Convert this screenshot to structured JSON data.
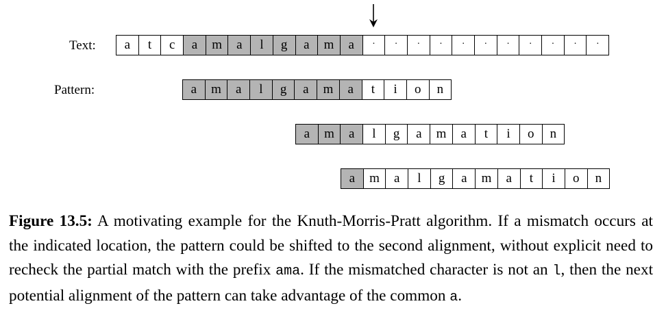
{
  "figure": {
    "text_label": "Text:",
    "pattern_label": "Pattern:",
    "text_cells": [
      "a",
      "t",
      "c",
      "a",
      "m",
      "a",
      "l",
      "g",
      "a",
      "m",
      "a",
      "·",
      "·",
      "·",
      "·",
      "·",
      "·",
      "·",
      "·",
      "·",
      "·",
      "·"
    ],
    "text_shaded": [
      3,
      4,
      5,
      6,
      7,
      8,
      9,
      10
    ],
    "patterns": [
      {
        "cells": [
          "a",
          "m",
          "a",
          "l",
          "g",
          "a",
          "m",
          "a",
          "t",
          "i",
          "o",
          "n"
        ],
        "shaded": [
          0,
          1,
          2,
          3,
          4,
          5,
          6,
          7
        ]
      },
      {
        "cells": [
          "a",
          "m",
          "a",
          "l",
          "g",
          "a",
          "m",
          "a",
          "t",
          "i",
          "o",
          "n"
        ],
        "shaded": [
          0,
          1,
          2
        ]
      },
      {
        "cells": [
          "a",
          "m",
          "a",
          "l",
          "g",
          "a",
          "m",
          "a",
          "t",
          "i",
          "o",
          "n"
        ],
        "shaded": [
          0
        ]
      }
    ],
    "arrow_icon": "down-arrow-icon"
  },
  "caption": {
    "label": "Figure 13.5:",
    "part1": " A motivating example for the Knuth-Morris-Pratt algorithm. If a mismatch occurs at the indicated location, the pattern could be shifted to the second alignment, without explicit need to recheck the partial match with the prefix ",
    "code1": "ama",
    "part2": ". If the mismatched character is not an ",
    "code2": "l",
    "part3": ", then the next potential alignment of the pattern can take advantage of the common ",
    "code3": "a",
    "part4": "."
  }
}
